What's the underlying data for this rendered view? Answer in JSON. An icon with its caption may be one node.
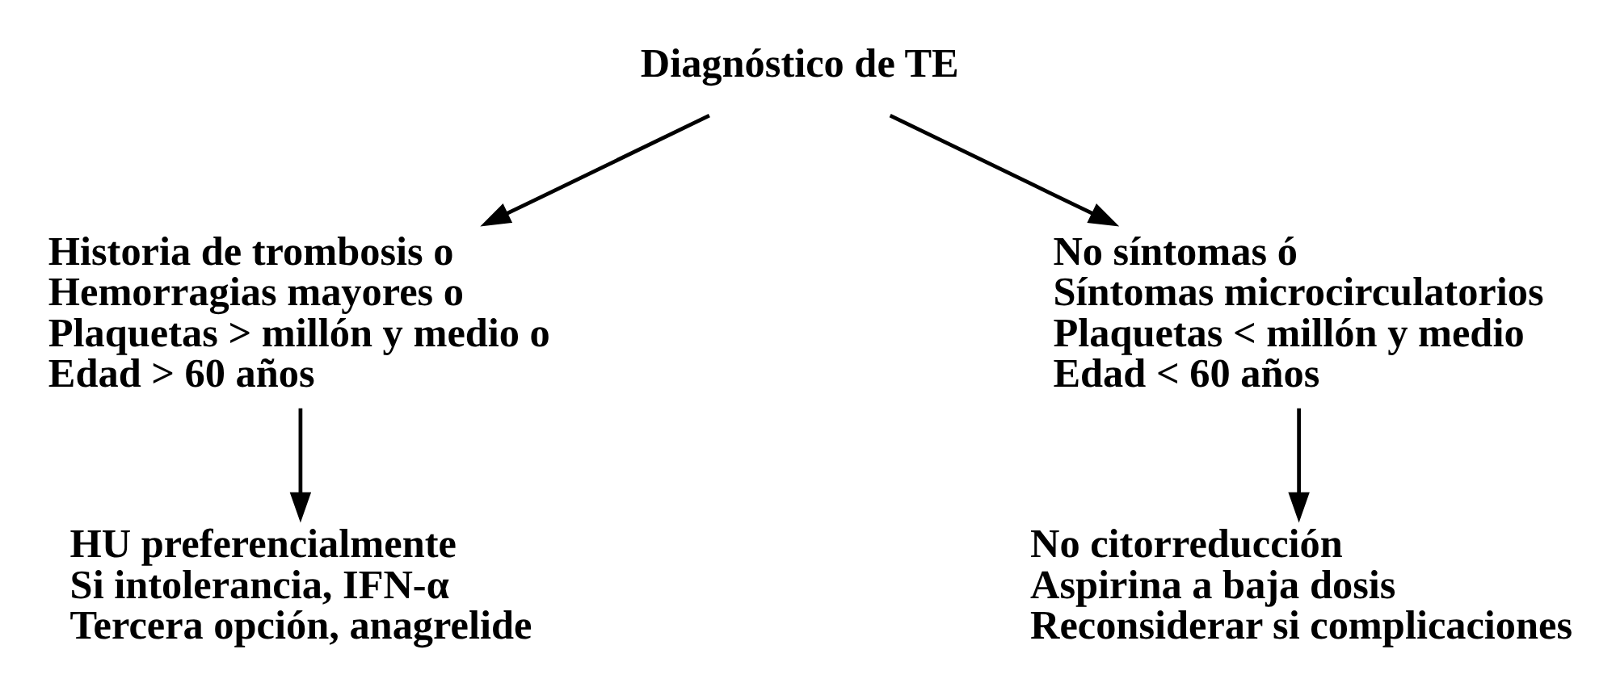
{
  "diagram": {
    "nodes": [
      {
        "text": [
          "Diagnóstico de TE"
        ]
      },
      {
        "text": [
          "Historia de trombosis o",
          "Hemorragias mayores o",
          "Plaquetas > millón y medio o",
          "Edad > 60 años"
        ]
      },
      {
        "text": [
          "No síntomas ó",
          "Síntomas microcirculatorios",
          "Plaquetas < millón y medio",
          "Edad < 60 años"
        ]
      },
      {
        "text": [
          "HU preferencialmente",
          "Si intolerancia, IFN-α",
          "Tercera opción, anagrelide"
        ]
      },
      {
        "text": [
          "No citorreducción",
          "Aspirina a baja dosis",
          "Reconsiderar si complicaciones"
        ]
      }
    ],
    "edges": [
      {
        "from": 0,
        "to": 1,
        "arrow": "to"
      },
      {
        "from": 0,
        "to": 2,
        "arrow": "to"
      },
      {
        "from": 1,
        "to": 3,
        "arrow": "to"
      },
      {
        "from": 2,
        "to": 4,
        "arrow": "to"
      }
    ]
  }
}
